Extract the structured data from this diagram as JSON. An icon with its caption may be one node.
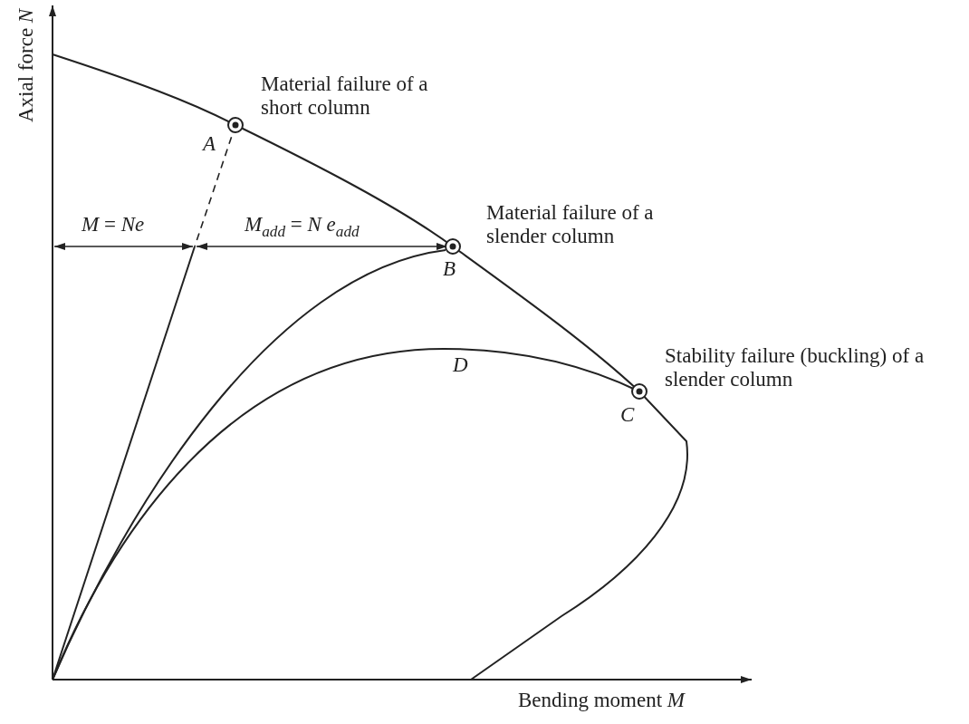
{
  "diagram": {
    "labels": [
      "Axial force *N*",
      "Material failure of a short column",
      "A",
      "*M* = *Ne*",
      "*M*$_{add}$ = *N e*$_{add}$",
      "Material failure of a slender column",
      "B",
      "D",
      "Stability failure (buckling) of a slender column",
      "C",
      "Bending moment *M*"
    ]
  }
}
